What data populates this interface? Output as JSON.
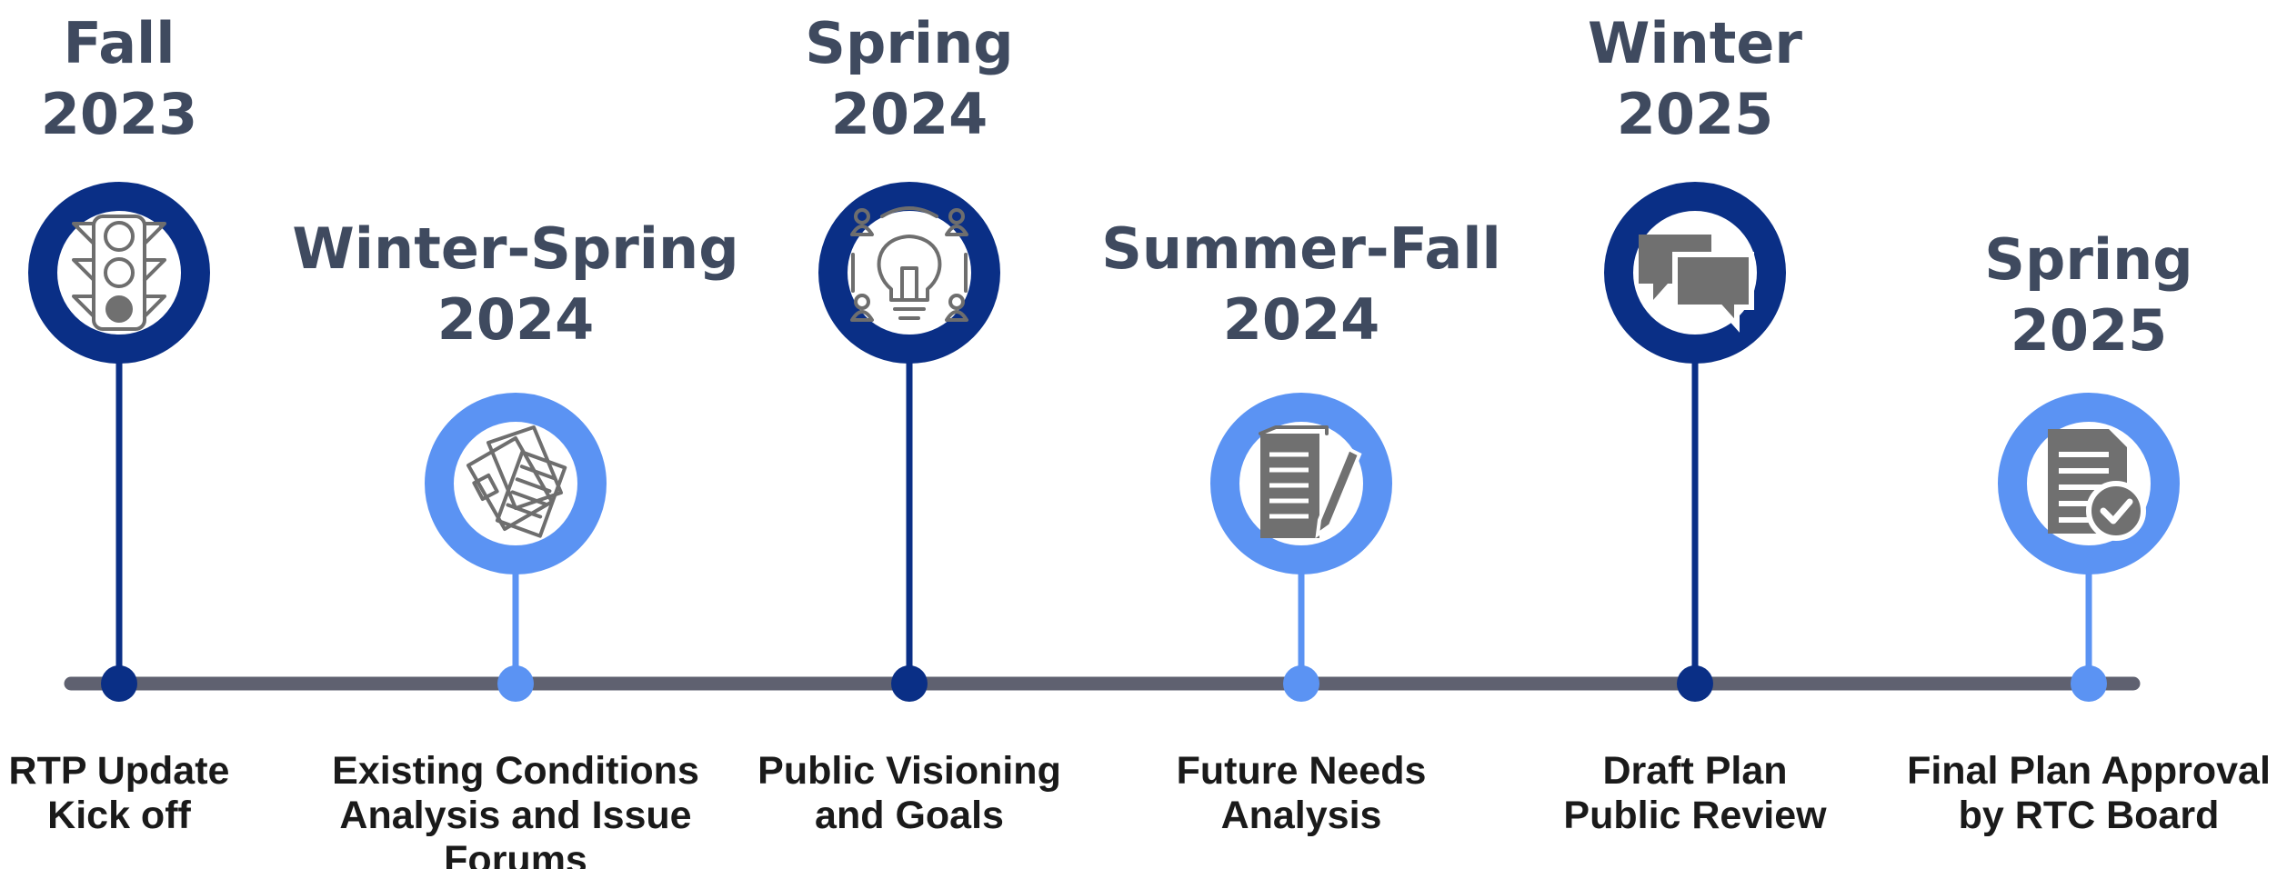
{
  "colors": {
    "dark_blue": "#0a2f86",
    "light_blue": "#5b93f3",
    "axis_gray": "#5f6170",
    "period_text": "#3f4a5f",
    "caption_text": "#1a1a1a",
    "icon_gray": "#6e6e6e"
  },
  "milestones": [
    {
      "period": [
        "Fall",
        "2023"
      ],
      "caption": [
        "RTP Update",
        "Kick off"
      ],
      "icon": "traffic-light-icon",
      "tone": "dark"
    },
    {
      "period": [
        "Winter-Spring",
        "2024"
      ],
      "caption": [
        "Existing Conditions",
        "Analysis and Issue",
        "Forums"
      ],
      "icon": "documents-icon",
      "tone": "light"
    },
    {
      "period": [
        "Spring",
        "2024"
      ],
      "caption": [
        "Public Visioning",
        "and Goals"
      ],
      "icon": "lightbulb-collaboration-icon",
      "tone": "dark"
    },
    {
      "period": [
        "Summer-Fall",
        "2024"
      ],
      "caption": [
        "Future Needs",
        "Analysis"
      ],
      "icon": "document-pencil-icon",
      "tone": "light"
    },
    {
      "period": [
        "Winter",
        "2025"
      ],
      "caption": [
        "Draft Plan",
        "Public Review"
      ],
      "icon": "chat-bubbles-icon",
      "tone": "dark"
    },
    {
      "period": [
        "Spring",
        "2025"
      ],
      "caption": [
        "Final Plan Approval",
        "by RTC Board"
      ],
      "icon": "document-check-icon",
      "tone": "light"
    }
  ]
}
